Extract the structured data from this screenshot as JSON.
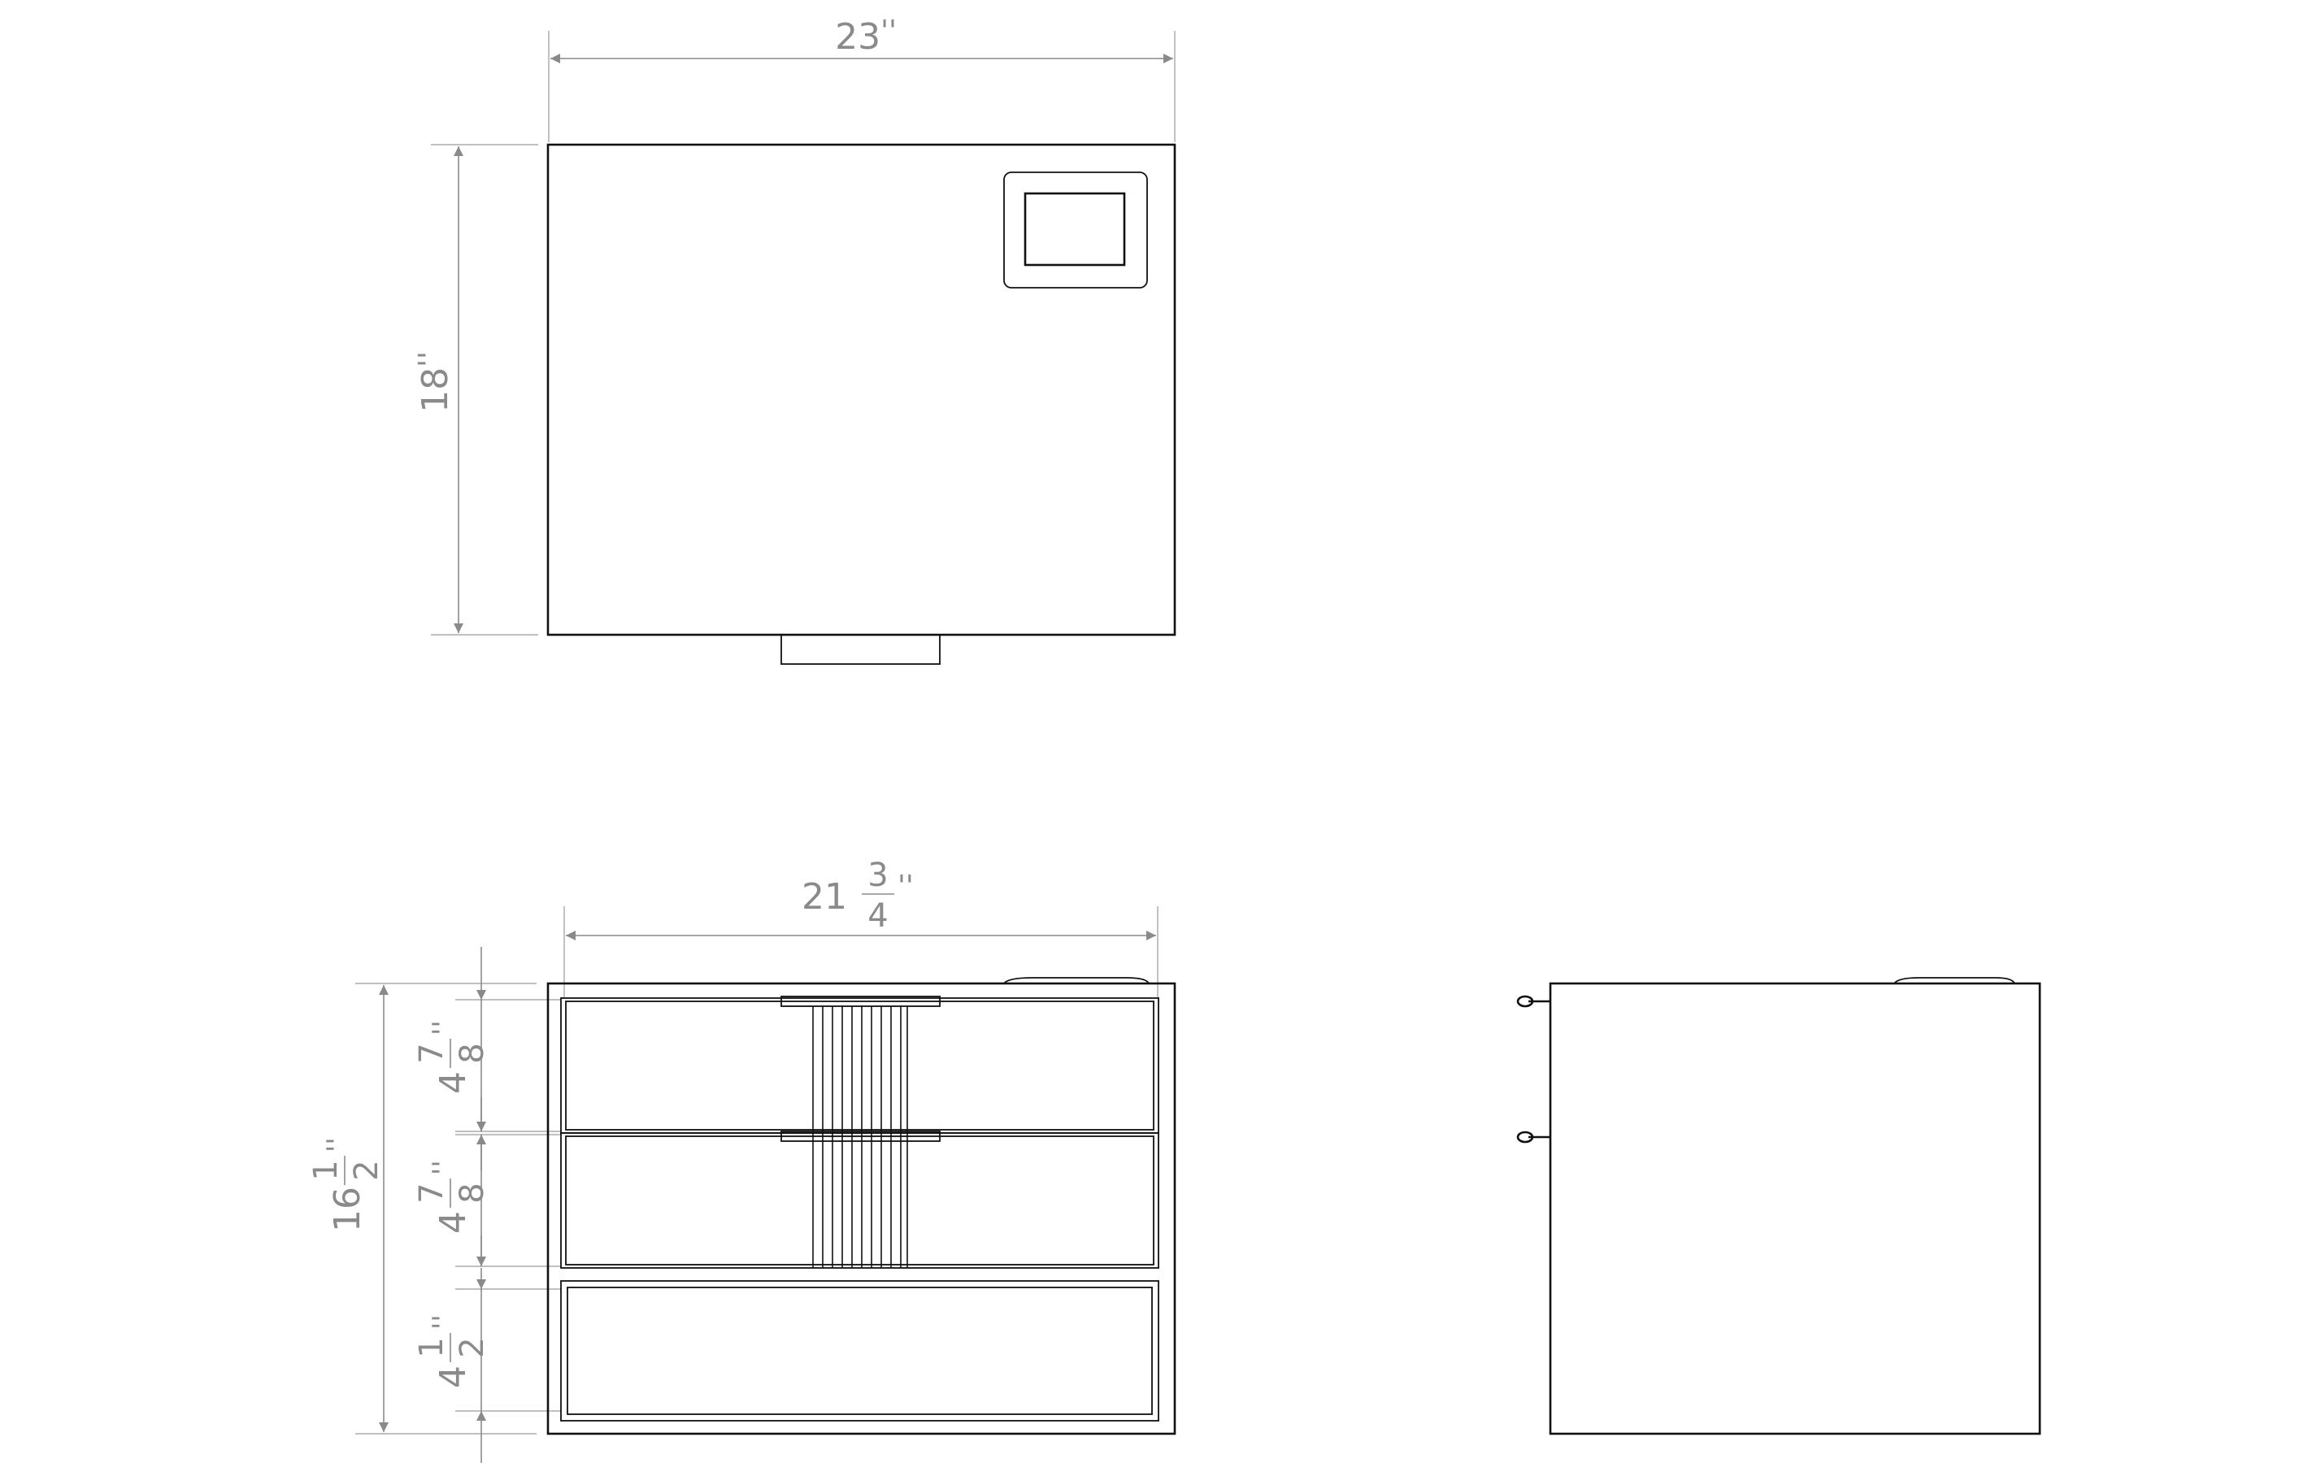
{
  "colors": {
    "outline": "#111111",
    "dimension": "#8a8a8a",
    "background": "#ffffff"
  },
  "top_view": {
    "width_dim": {
      "whole": "23",
      "unit": "''"
    },
    "depth_dim": {
      "whole": "18",
      "unit": "''"
    }
  },
  "front_view": {
    "width_dim": {
      "whole": "21",
      "numerator": "3",
      "denominator": "4",
      "unit": "''"
    },
    "height_dim": {
      "whole": "16",
      "numerator": "1",
      "denominator": "2",
      "unit": "''"
    },
    "drawer_dims": [
      {
        "whole": "4",
        "numerator": "7",
        "denominator": "8",
        "unit": "''"
      },
      {
        "whole": "4",
        "numerator": "7",
        "denominator": "8",
        "unit": "''"
      },
      {
        "whole": "4",
        "numerator": "1",
        "denominator": "2",
        "unit": "''"
      }
    ]
  },
  "side_view": {}
}
